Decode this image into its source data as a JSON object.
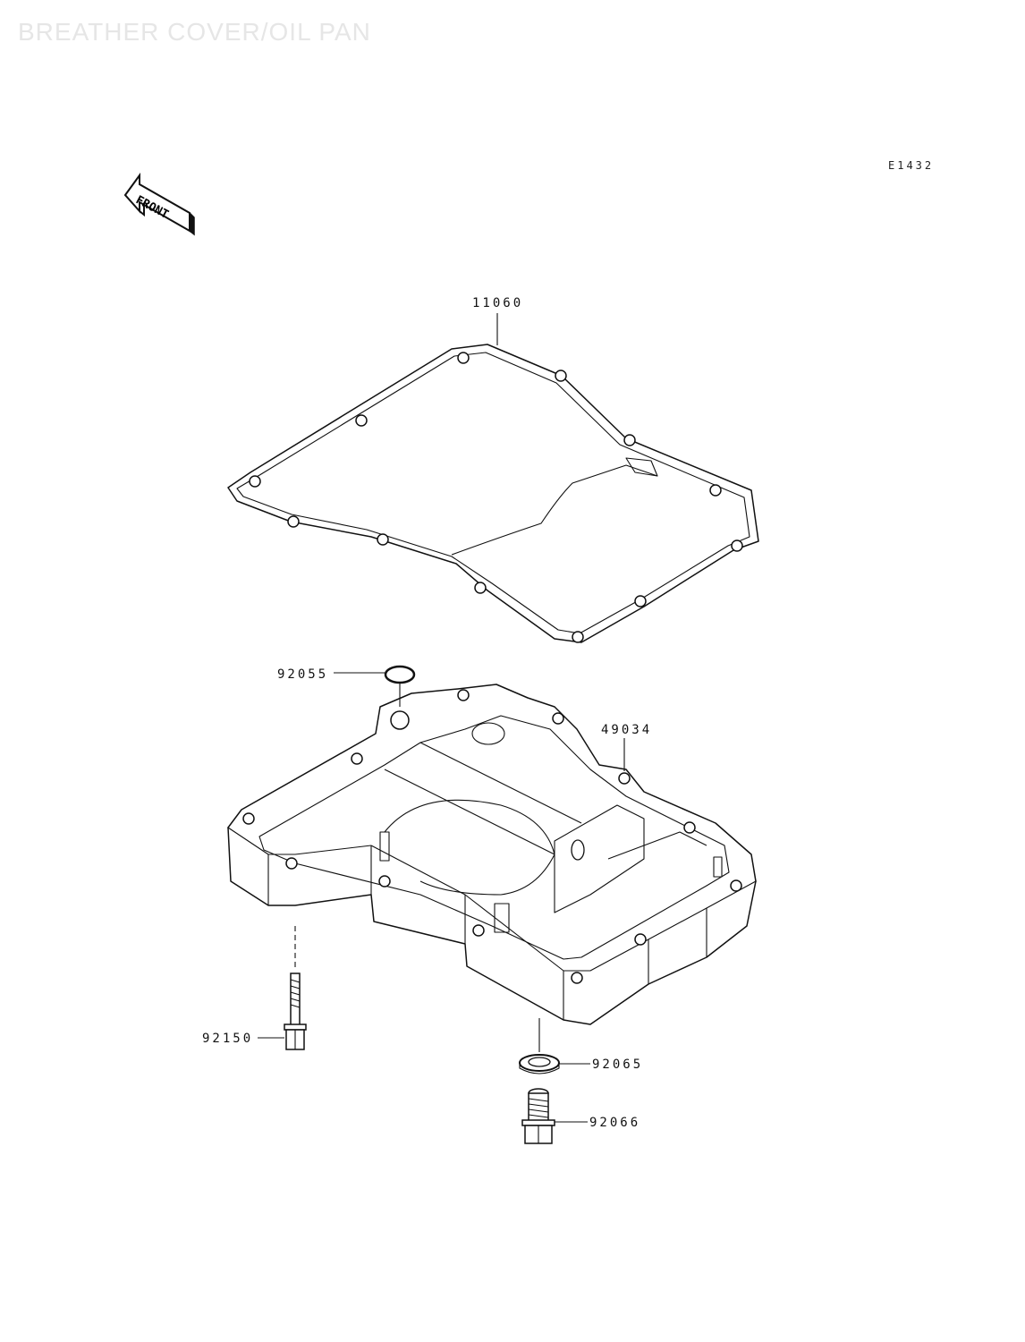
{
  "header": {
    "title": "BREATHER COVER/OIL PAN",
    "diagram_code": "E1432"
  },
  "front_marker": {
    "label": "FRONT",
    "icon": "front-arrow-icon"
  },
  "parts": {
    "gasket": "11060",
    "oring": "92055",
    "oil_pan": "49034",
    "bolt": "92150",
    "washer": "92065",
    "drain_plug": "92066"
  }
}
